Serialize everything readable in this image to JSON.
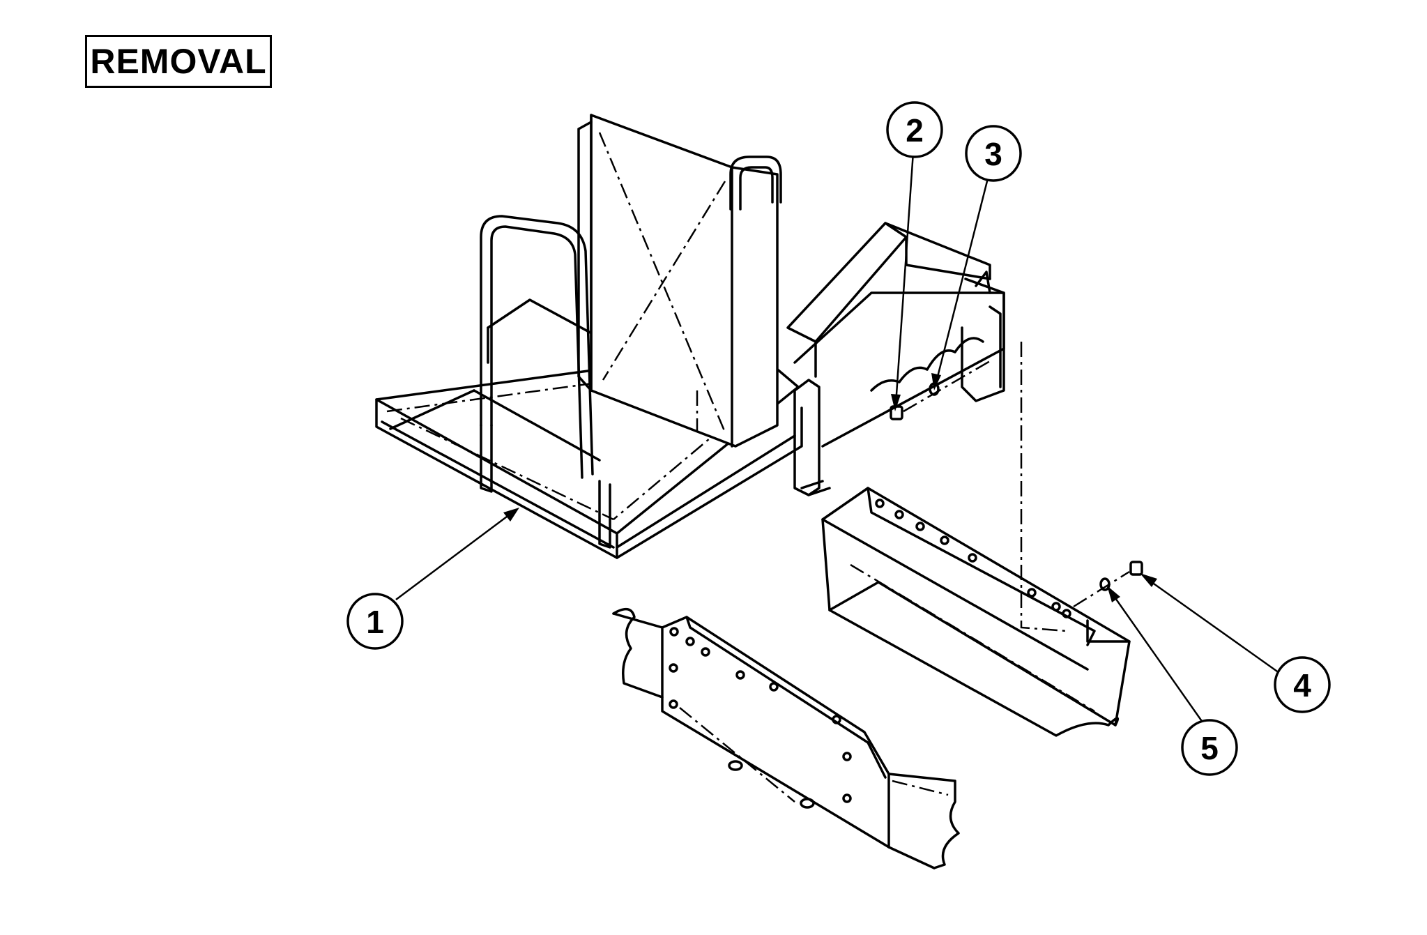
{
  "title": "REMOVAL",
  "callouts": [
    {
      "id": "callout-1",
      "label": "1"
    },
    {
      "id": "callout-2",
      "label": "2"
    },
    {
      "id": "callout-3",
      "label": "3"
    },
    {
      "id": "callout-4",
      "label": "4"
    },
    {
      "id": "callout-5",
      "label": "5"
    }
  ]
}
